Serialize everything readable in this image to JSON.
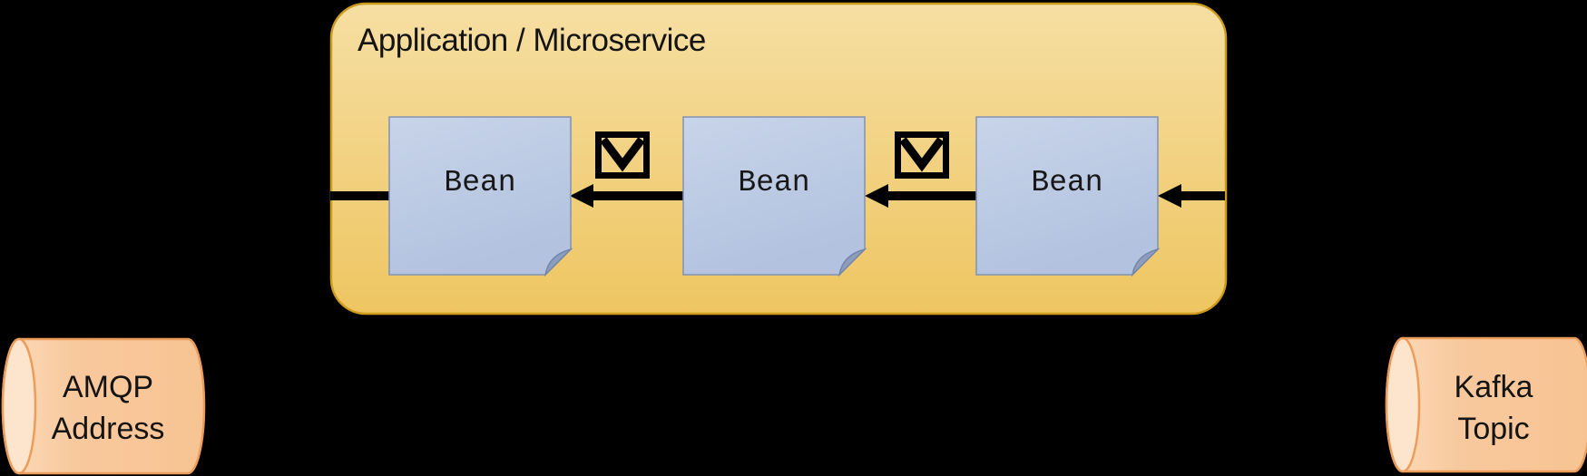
{
  "application": {
    "title": "Application / Microservice",
    "beans": [
      {
        "label": "Bean"
      },
      {
        "label": "Bean"
      },
      {
        "label": "Bean"
      }
    ],
    "message_icon": "envelope-icon",
    "flow_direction": "right-to-left"
  },
  "endpoints": {
    "amqp": {
      "line1": "AMQP",
      "line2": "Address"
    },
    "kafka": {
      "line1": "Kafka",
      "line2": "Topic"
    }
  },
  "colors": {
    "background": "#000000",
    "application_fill_top": "#F6DFA3",
    "application_fill_bottom": "#EEC561",
    "application_border": "#CC9B1E",
    "bean_fill_top": "#C8D4E9",
    "bean_fill_bottom": "#B2C2DF",
    "bean_border": "#8191B3",
    "bean_fold": "#8C9DBE",
    "cylinder_fill_light": "#FBDCBA",
    "cylinder_fill": "#F8C99E",
    "cylinder_cap_fill": "#FCE5CC",
    "cylinder_border": "#EC9D5C",
    "arrow": "#000000",
    "text": "#141414"
  }
}
